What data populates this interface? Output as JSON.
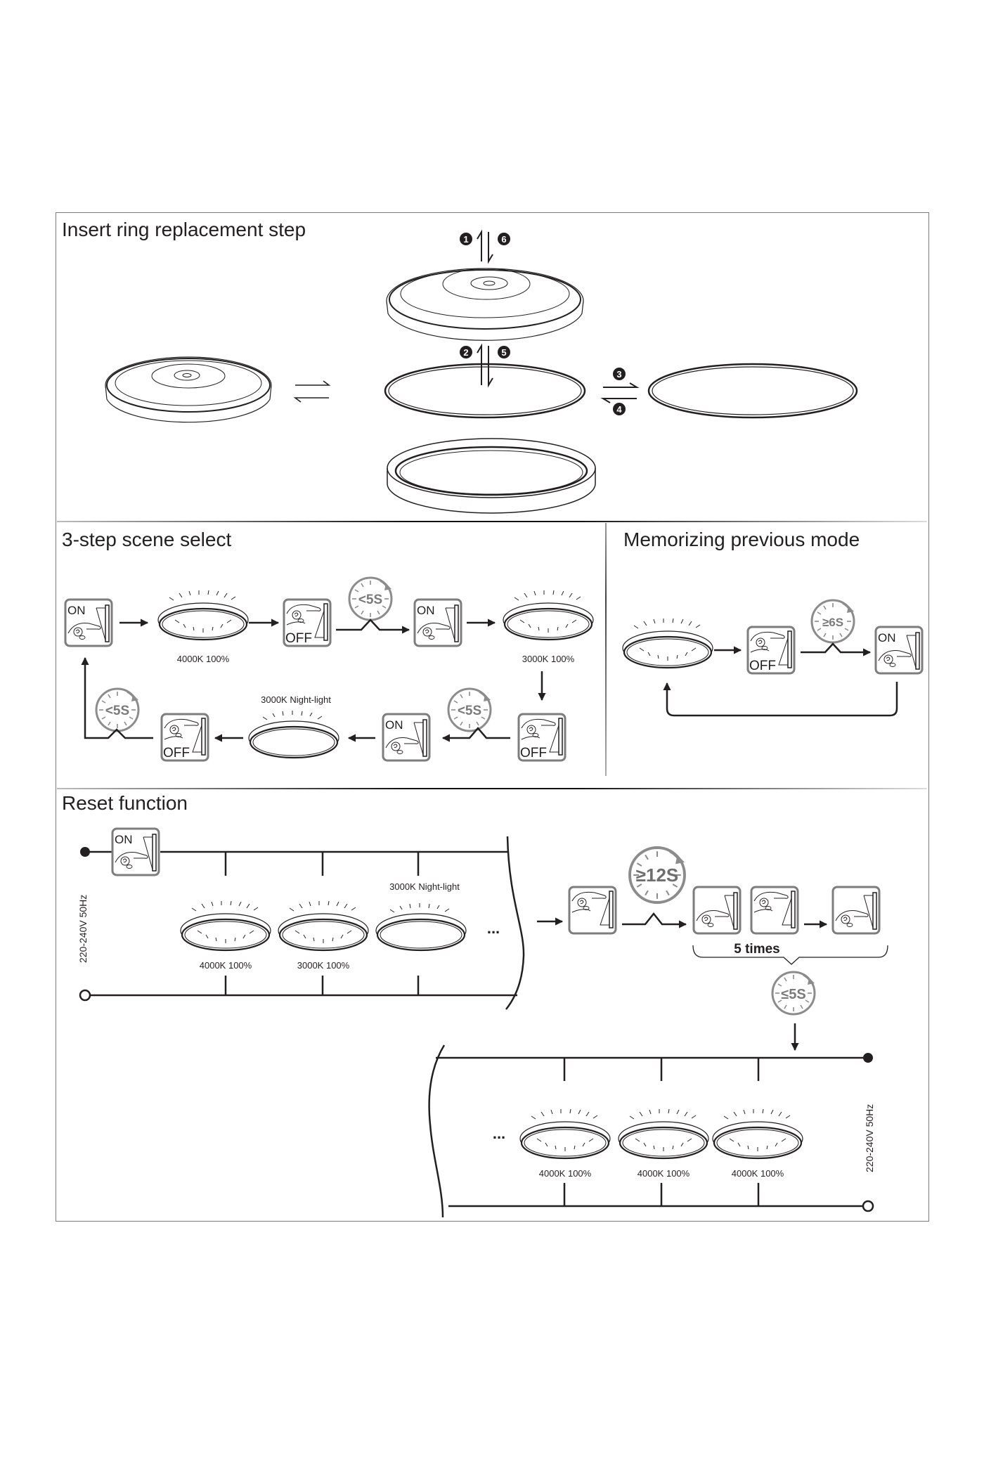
{
  "sections": {
    "insert_ring": {
      "title": "Insert ring replacement step",
      "step_numbers": [
        "1",
        "6",
        "2",
        "5",
        "3",
        "4"
      ]
    },
    "scene_select": {
      "title": "3-step scene select",
      "switch_on_label": "ON",
      "switch_off_label": "OFF",
      "timer_label": "<5S",
      "lamp_states": [
        "4000K 100%",
        "3000K 100%",
        "3000K Night-light"
      ]
    },
    "memorizing": {
      "title": "Memorizing previous mode",
      "switch_off_label": "OFF",
      "switch_on_label": "ON",
      "timer_label": "≥6S"
    },
    "reset": {
      "title": "Reset function",
      "switch_on_label": "ON",
      "voltage_label": "220-240V 50Hz",
      "lamp_states_before": [
        "4000K 100%",
        "3000K 100%",
        "3000K Night-light"
      ],
      "ellipsis": "...",
      "timer_hold_label": "≥12S",
      "repeat_label": "5 times",
      "timer_within_label": "≤5S",
      "lamp_states_after": [
        "4000K 100%",
        "4000K 100%",
        "4000K 100%"
      ]
    }
  },
  "colors": {
    "ink": "#231f20",
    "frame": "#7a7a7a",
    "switch_border": "#7d7d7d",
    "timer_gray": "#8c8c8c"
  }
}
